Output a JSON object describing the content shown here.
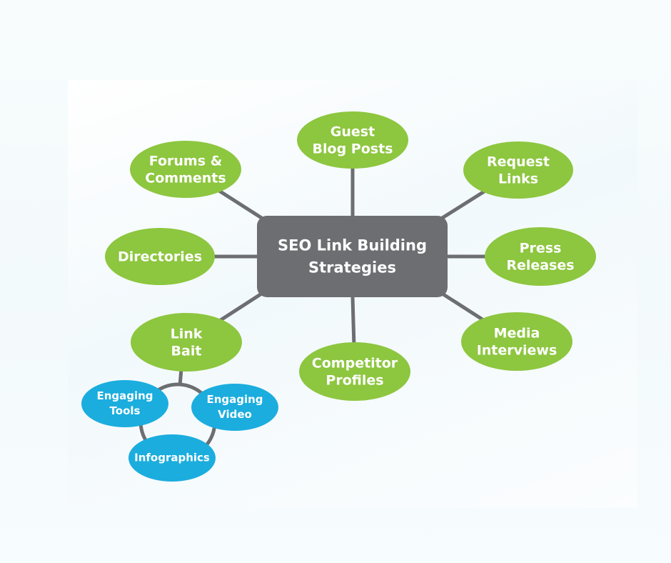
{
  "diagram": {
    "title": "SEO Link Building Strategies",
    "hub": {
      "lines": [
        "SEO Link Building",
        "Strategies"
      ]
    },
    "colors": {
      "hub": "#6d6e71",
      "strategy": "#8dc63f",
      "sub_strategy": "#1badde",
      "connector": "#6d6e71",
      "text": "#ffffff"
    },
    "strategies": [
      {
        "id": "guest-blog-posts",
        "lines": [
          "Guest",
          "Blog Posts"
        ]
      },
      {
        "id": "request-links",
        "lines": [
          "Request",
          "Links"
        ]
      },
      {
        "id": "press-releases",
        "lines": [
          "Press",
          "Releases"
        ]
      },
      {
        "id": "media-interviews",
        "lines": [
          "Media",
          "Interviews"
        ]
      },
      {
        "id": "competitor-profiles",
        "lines": [
          "Competitor",
          "Profiles"
        ]
      },
      {
        "id": "link-bait",
        "lines": [
          "Link",
          "Bait"
        ]
      },
      {
        "id": "directories",
        "lines": [
          "Directories"
        ]
      },
      {
        "id": "forums-comments",
        "lines": [
          "Forums &",
          "Comments"
        ]
      }
    ],
    "sub_strategies": {
      "parent": "link-bait",
      "items": [
        {
          "id": "engaging-tools",
          "lines": [
            "Engaging",
            "Tools"
          ]
        },
        {
          "id": "engaging-video",
          "lines": [
            "Engaging",
            "Video"
          ]
        },
        {
          "id": "infographics",
          "lines": [
            "Infographics"
          ]
        }
      ]
    }
  }
}
